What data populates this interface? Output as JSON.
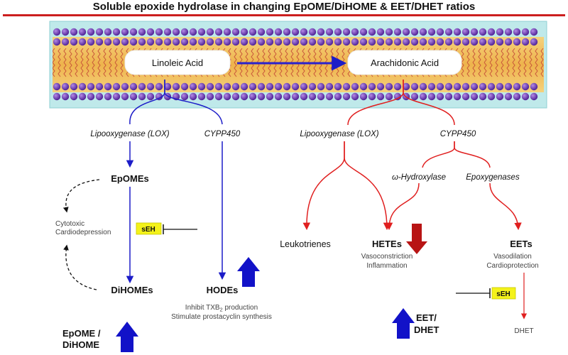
{
  "title": "Soluble epoxide hydrolase in changing EpOME/DiHOME & EET/DHET ratios",
  "membrane": {
    "left_lipid": "Linoleic Acid",
    "right_lipid": "Arachidonic  Acid"
  },
  "colors": {
    "title_rule": "#cc1f1f",
    "linoleic_path": "#1c1cc8",
    "arachidonic_path": "#e01f1f",
    "up_arrow": "#1212c8",
    "down_arrow": "#b81414",
    "seh_box": "#f4f21a",
    "membrane_band": "#f0c56a",
    "membrane_head": "#6a2fb0",
    "membrane_frame": "#7fd6da"
  },
  "linoleic": {
    "lox": "Lipooxygenase (LOX)",
    "cyp": "CYPP450",
    "epomes": "EpOMEs",
    "dihomes": "DiHOMEs",
    "hodes": "HODEs",
    "side_effect_1": "Cytotoxic",
    "side_effect_2": "Cardiodepression",
    "seh": "sEH",
    "hodes_note_1_a": "Inhibit TXB",
    "hodes_note_1_sub": "2",
    "hodes_note_1_b": " production",
    "hodes_note_2": "Stimulate prostacyclin synthesis",
    "ratio_1": "EpOME /",
    "ratio_2": "DiHOME"
  },
  "arachidonic": {
    "lox": "Lipooxygenase (LOX)",
    "cyp": "CYPP450",
    "hydroxylase": "ω-Hydroxylase",
    "epoxygenases": "Epoxygenases",
    "leukotrienes": "Leukotrienes",
    "hetes": "HETEs",
    "hetes_note_1": "Vasoconstriction",
    "hetes_note_2": "Inflammation",
    "eets": "EETs",
    "eets_note_1": "Vasodilation",
    "eets_note_2": "Cardioprotection",
    "seh": "sEH",
    "dhet": "DHET",
    "ratio_1": "EET/",
    "ratio_2": "DHET"
  }
}
